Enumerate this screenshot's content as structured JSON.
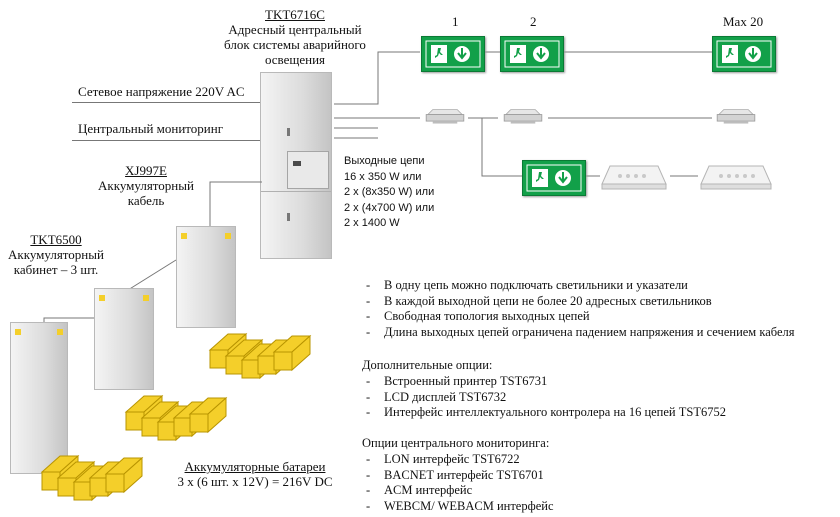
{
  "central_unit": {
    "model": "TKT6716C",
    "description_lines": [
      "Адресный центральный",
      "блок системы аварийного",
      "освещения"
    ]
  },
  "input_lines": {
    "mains": "Сетевое напряжение 220V AC",
    "monitoring": "Центральный мониторинг"
  },
  "output_circuits": {
    "heading": "Выходные цепи",
    "options": [
      "16 x 350 W или",
      "2 x (8x350 W) или",
      "2 x (4x700 W) или",
      "2 x 1400 W"
    ]
  },
  "luminaire_numbers": [
    "1",
    "2",
    "Max 20"
  ],
  "cable": {
    "model": "XJ997E",
    "description_lines": [
      "Аккумуляторный",
      "кабель"
    ]
  },
  "battery_cabinet": {
    "model": "TKT6500",
    "description_lines": [
      "Аккумуляторный",
      "кабинет – 3 шт."
    ]
  },
  "batteries": {
    "title": "Аккумуляторные батареи",
    "formula": "3 x (6 шт. x 12V) = 216V DC"
  },
  "features": [
    "В одну цепь можно подключать светильники и указатели",
    "В каждой выходной цепи не более 20 адресных светильников",
    "Свободная топология выходных цепей",
    "Длина выходных цепей ограничена падением напряжения и сечением кабеля"
  ],
  "additional_options": {
    "title": "Дополнительные опции:",
    "items": [
      "Встроенный принтер TST6731",
      "LCD дисплей TST6732",
      "Интерфейс интеллектуального контролера на 16 цепей TST6752"
    ]
  },
  "monitoring_options": {
    "title": "Опции центрального мониторинга:",
    "items": [
      "LON  интерфейс TST6722",
      "BACNET интерфейс TST6701",
      "ACM интерфейс",
      "WEBCM/ WEBACM интерфейс"
    ]
  },
  "colors": {
    "exit_sign_green": "#12a049",
    "battery_yellow": "#f4cf2a",
    "wire_gray": "#777777"
  },
  "icons": [
    "exit-sign-icon",
    "downlight-icon",
    "bulkhead-luminaire-icon",
    "battery-icon",
    "cabinet-icon"
  ]
}
